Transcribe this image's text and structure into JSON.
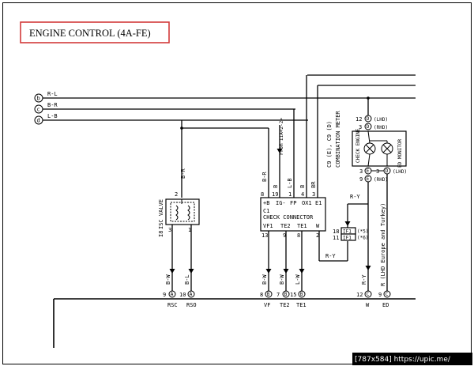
{
  "title": "ENGINE CONTROL (4A-FE)",
  "watermark": "[787x584] https://upic.me/",
  "colors": {
    "title_border": "#d23a3a",
    "wire": "#000000",
    "watermark_bg": "#000000",
    "watermark_text": "#ffffff"
  },
  "refs": [
    {
      "id": "b",
      "wire": "R-L"
    },
    {
      "id": "c",
      "wire": "B-R"
    },
    {
      "id": "d",
      "wire": "L-B"
    }
  ],
  "isc_valve": {
    "code": "I8",
    "name": "ISC VALVE",
    "pins_top": [
      "2"
    ],
    "pins_bottom": [
      "3",
      "1"
    ],
    "wire_in": "B-R",
    "wire_out_left": "B-W",
    "wire_out_right": "B-L"
  },
  "from_label": "From IIA<2-2>",
  "check_connector": {
    "code": "C1",
    "name": "CHECK CONNECTOR",
    "top_pins": [
      "8",
      "19",
      "1",
      "4",
      "3"
    ],
    "top_terms": [
      "+B",
      "IG-",
      "FP",
      "OX1",
      "E1"
    ],
    "top_wires": [
      "B-R",
      "B",
      "L-B",
      "B",
      "BR"
    ],
    "bottom_terms": [
      "VF1",
      "TE2",
      "TE1",
      "W"
    ],
    "bottom_pins": [
      "13",
      "9",
      "8",
      "2"
    ],
    "bottom_wires": [
      "B-W",
      "B-W",
      "L-W"
    ]
  },
  "combination_meter": {
    "codes": "C9 (E), C9 (D)",
    "name": "COMBINATION METER",
    "check_engine": "CHECK ENGINE",
    "ed_monitor": "ED MONITOR",
    "top_pins": [
      {
        "num": "12",
        "letter": "D",
        "note": "(LHD)"
      },
      {
        "num": "3",
        "letter": "D",
        "note": "(RHD)"
      }
    ],
    "bottom_pins": [
      {
        "num": "3",
        "letter": "E",
        "num2": "3",
        "letter2": "D",
        "note": "(LHD)"
      },
      {
        "num": "9",
        "letter": "E",
        "note": "(RHD)"
      }
    ]
  },
  "junction": {
    "wire": "R-Y",
    "pins": [
      "18",
      "11"
    ],
    "codes": [
      "IF1",
      "IF1"
    ],
    "notes": [
      "(*5)",
      "(*6)"
    ],
    "wire_below": "R-Y"
  },
  "side_wires": {
    "left": "R-Y",
    "right": "R (LHD Europe and Turkey)"
  },
  "bottom_connectors": [
    {
      "num": "9",
      "letter": "A",
      "label": "RSC"
    },
    {
      "num": "10",
      "letter": "A",
      "label": "RSO"
    },
    {
      "num": "8",
      "letter": "B",
      "label": "VF"
    },
    {
      "num": "7",
      "letter": "B",
      "label": "TE2"
    },
    {
      "num": "15",
      "letter": "B",
      "label": "TE1"
    },
    {
      "num": "12",
      "letter": "C",
      "label": "W"
    },
    {
      "num": "9",
      "letter": "C",
      "label": "ED"
    }
  ]
}
